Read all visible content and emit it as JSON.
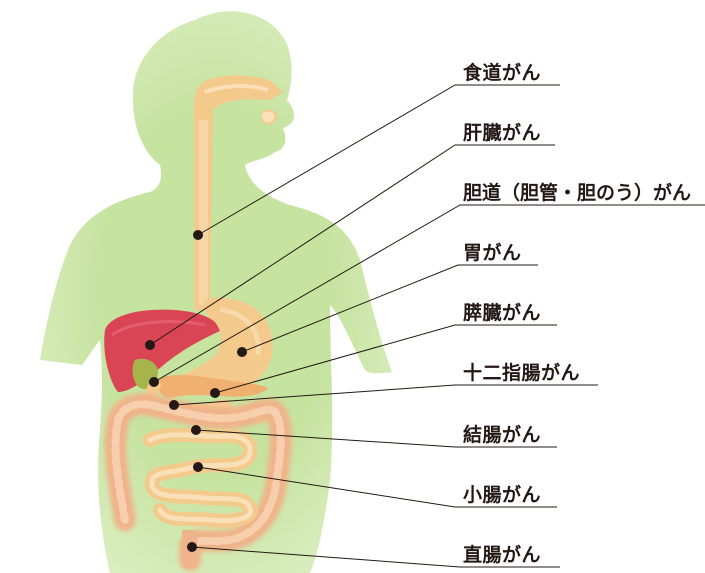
{
  "diagram": {
    "labels": [
      {
        "id": "esophagus",
        "text": "食道がん"
      },
      {
        "id": "liver",
        "text": "肝臓がん"
      },
      {
        "id": "bile-duct",
        "text": "胆道（胆管・胆のう）がん"
      },
      {
        "id": "stomach",
        "text": "胃がん"
      },
      {
        "id": "pancreas",
        "text": "膵臓がん"
      },
      {
        "id": "duodenum",
        "text": "十二指腸がん"
      },
      {
        "id": "colon",
        "text": "結腸がん"
      },
      {
        "id": "small-intestine",
        "text": "小腸がん"
      },
      {
        "id": "rectum",
        "text": "直腸がん"
      }
    ],
    "colors": {
      "body": "#c6e3a0",
      "body_edge": "#e8f4d6",
      "organ": "#f4c98c",
      "organ_light": "#f9e0b8",
      "liver": "#d94555",
      "gallbladder": "#a5b54c",
      "colon": "#f0b48a",
      "leader_line": "#231815"
    }
  }
}
